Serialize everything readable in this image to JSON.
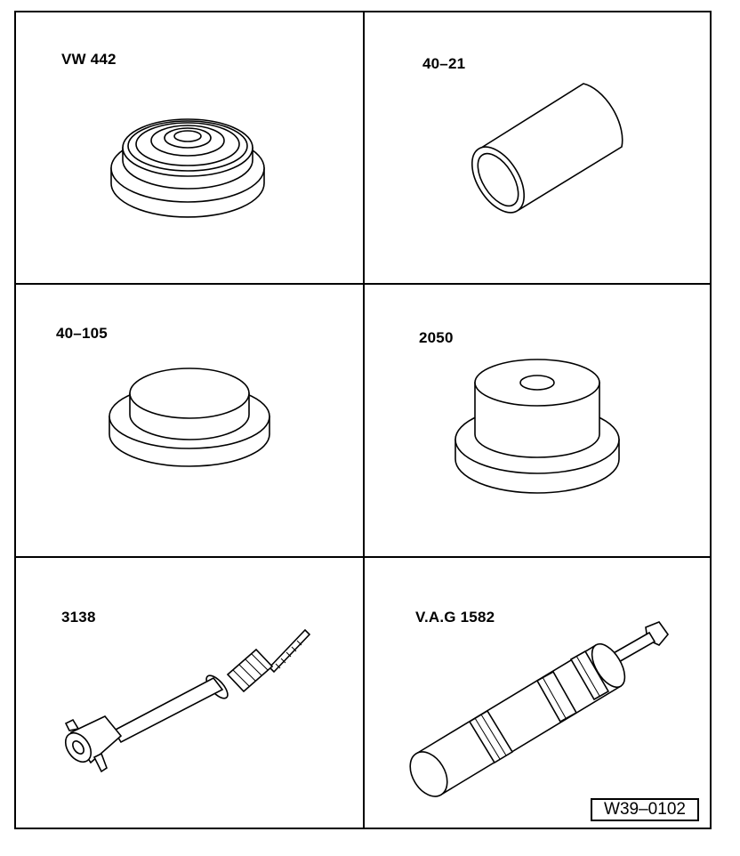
{
  "tools": [
    {
      "id": "VW 442"
    },
    {
      "id": "40–21"
    },
    {
      "id": "40–105"
    },
    {
      "id": "2050"
    },
    {
      "id": "3138"
    },
    {
      "id": "V.A.G 1582"
    }
  ],
  "reference": "W39–0102"
}
